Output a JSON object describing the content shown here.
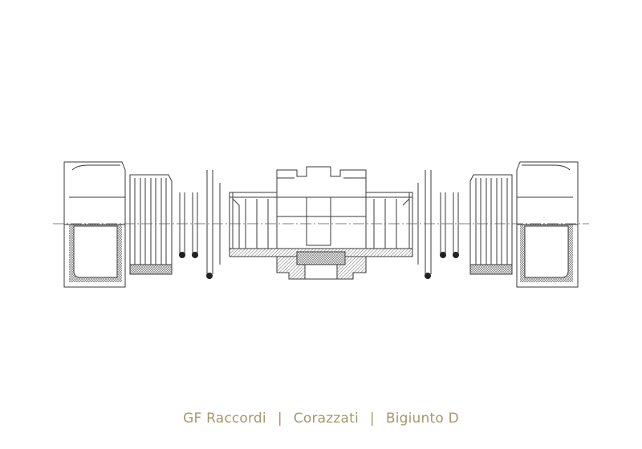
{
  "caption": {
    "brand": "GF Raccordi",
    "sep1": "|",
    "category": "Corazzati",
    "sep2": "|",
    "product": "Bigiunto D"
  },
  "colors": {
    "line": "#3a3a3a",
    "hatch": "#7a7a7a",
    "axis": "#555555",
    "caption": "#a6976a",
    "background": "#ffffff"
  }
}
